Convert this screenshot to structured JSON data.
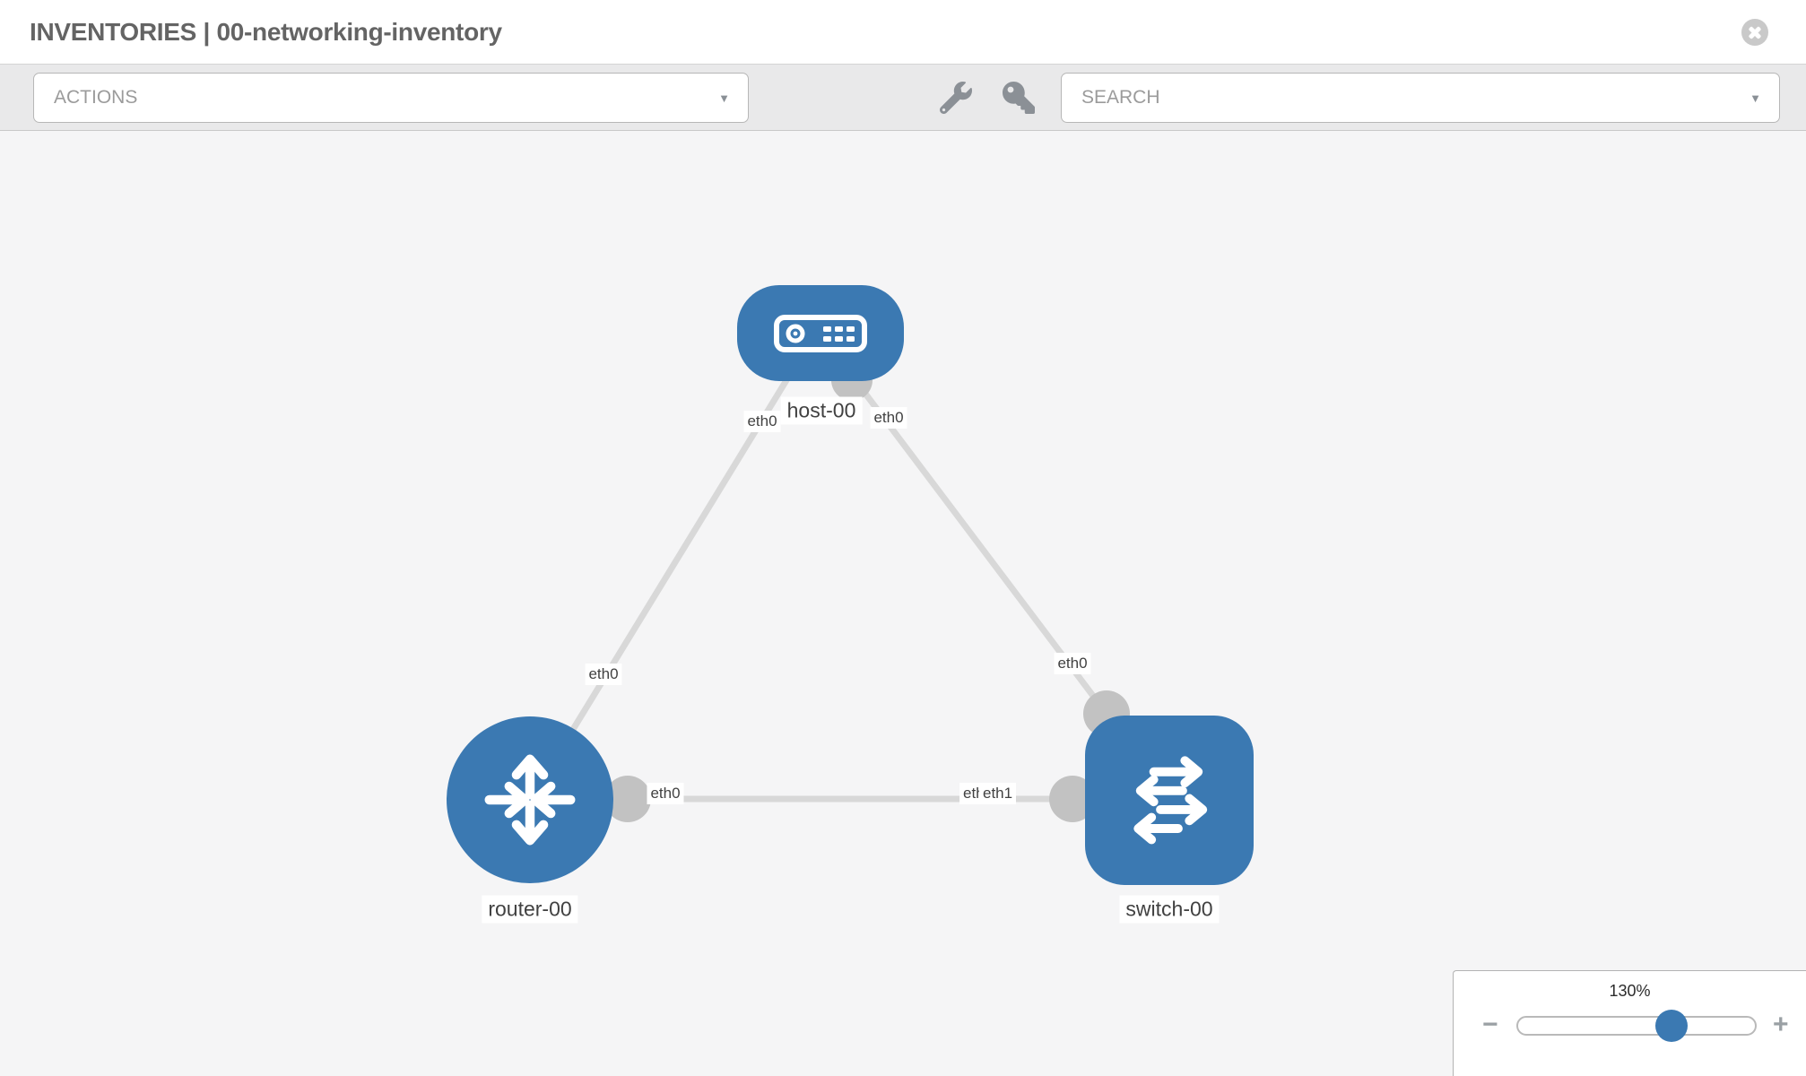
{
  "header": {
    "title": "INVENTORIES | 00-networking-inventory",
    "close_icon": "times-circle-icon"
  },
  "toolbar": {
    "actions_label": "ACTIONS",
    "search_label": "SEARCH",
    "caret": "▼",
    "icons": [
      "wrench-icon",
      "key-icon"
    ]
  },
  "topology": {
    "nodes": [
      {
        "id": "host-00",
        "label": "host-00",
        "type": "host",
        "icon": "server-icon",
        "color": "#3b79b2"
      },
      {
        "id": "router-00",
        "label": "router-00",
        "type": "router",
        "icon": "router-arrows-icon",
        "color": "#3b79b2"
      },
      {
        "id": "switch-00",
        "label": "switch-00",
        "type": "switch",
        "icon": "switch-arrows-icon",
        "color": "#3b79b2"
      }
    ],
    "links": [
      {
        "from": "router-00",
        "to": "host-00",
        "from_interface": "eth0",
        "to_interface": "eth0"
      },
      {
        "from": "switch-00",
        "to": "host-00",
        "from_interface": "eth0",
        "to_interface": "eth0"
      },
      {
        "from": "router-00",
        "to": "switch-00",
        "from_interface": "eth0",
        "to_interface": "eth1",
        "overlapped_interface": "eth0"
      }
    ]
  },
  "zoom_control": {
    "value": "130%",
    "minus_label": "−",
    "plus_label": "+"
  },
  "colors": {
    "node_blue": "#3b79b2",
    "link_gray": "#d8d8d8",
    "connector_gray": "#c2c2c2",
    "canvas_bg": "#f5f5f6",
    "toolbar_bg": "#e9e9ea"
  }
}
